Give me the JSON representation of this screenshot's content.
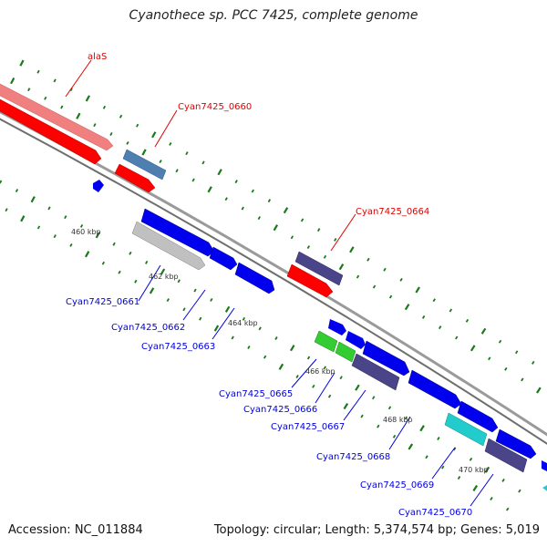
{
  "title": "Cyanothece sp. PCC 7425, complete genome",
  "footer": {
    "accession": "Accession: NC_011884",
    "summary": "Topology: circular; Length: 5,374,574 bp; Genes: 5,019"
  },
  "colors": {
    "backbone": "#808080",
    "tick": "#1a7a1a",
    "label_red": "#e00000",
    "label_blue": "#0000dd"
  },
  "scale_labels": [
    "460 kbp",
    "462 kbp",
    "464 kbp",
    "466 kbp",
    "468 kbp",
    "470 kbp"
  ],
  "genes": [
    {
      "id": "alaS",
      "label": "alaS",
      "label_color": "red",
      "fill": "#f08080",
      "track": "outer-pink"
    },
    {
      "id": "alaS-cds",
      "label": "",
      "fill": "#ff0000",
      "track": "outer-red"
    },
    {
      "id": "0660",
      "label": "Cyan7425_0660",
      "label_color": "red",
      "fill": "#4f7fb0"
    },
    {
      "id": "0660-cds",
      "label": "",
      "fill": "#ff0000"
    },
    {
      "id": "0664",
      "label": "Cyan7425_0664",
      "label_color": "red",
      "fill": "#4a4488"
    },
    {
      "id": "0664-cds",
      "label": "",
      "fill": "#ff0000"
    },
    {
      "id": "0661",
      "label": "Cyan7425_0661",
      "label_color": "blue",
      "fill": "#0000ee"
    },
    {
      "id": "0662",
      "label": "Cyan7425_0662",
      "label_color": "blue",
      "fill": "#c0c0c0"
    },
    {
      "id": "0663",
      "label": "Cyan7425_0663",
      "label_color": "blue",
      "fill": "#0000ee"
    },
    {
      "id": "0665",
      "label": "Cyan7425_0665",
      "label_color": "blue",
      "fill": "#33cc33"
    },
    {
      "id": "0666",
      "label": "Cyan7425_0666",
      "label_color": "blue",
      "fill": "#33cc33"
    },
    {
      "id": "0667",
      "label": "Cyan7425_0667",
      "label_color": "blue",
      "fill": "#4a4488"
    },
    {
      "id": "0668",
      "label": "Cyan7425_0668",
      "label_color": "blue",
      "fill": "#0000ee"
    },
    {
      "id": "0669",
      "label": "Cyan7425_0669",
      "label_color": "blue",
      "fill": "#22cccc"
    },
    {
      "id": "0670",
      "label": "Cyan7425_0670",
      "label_color": "blue",
      "fill": "#4a4488"
    }
  ]
}
